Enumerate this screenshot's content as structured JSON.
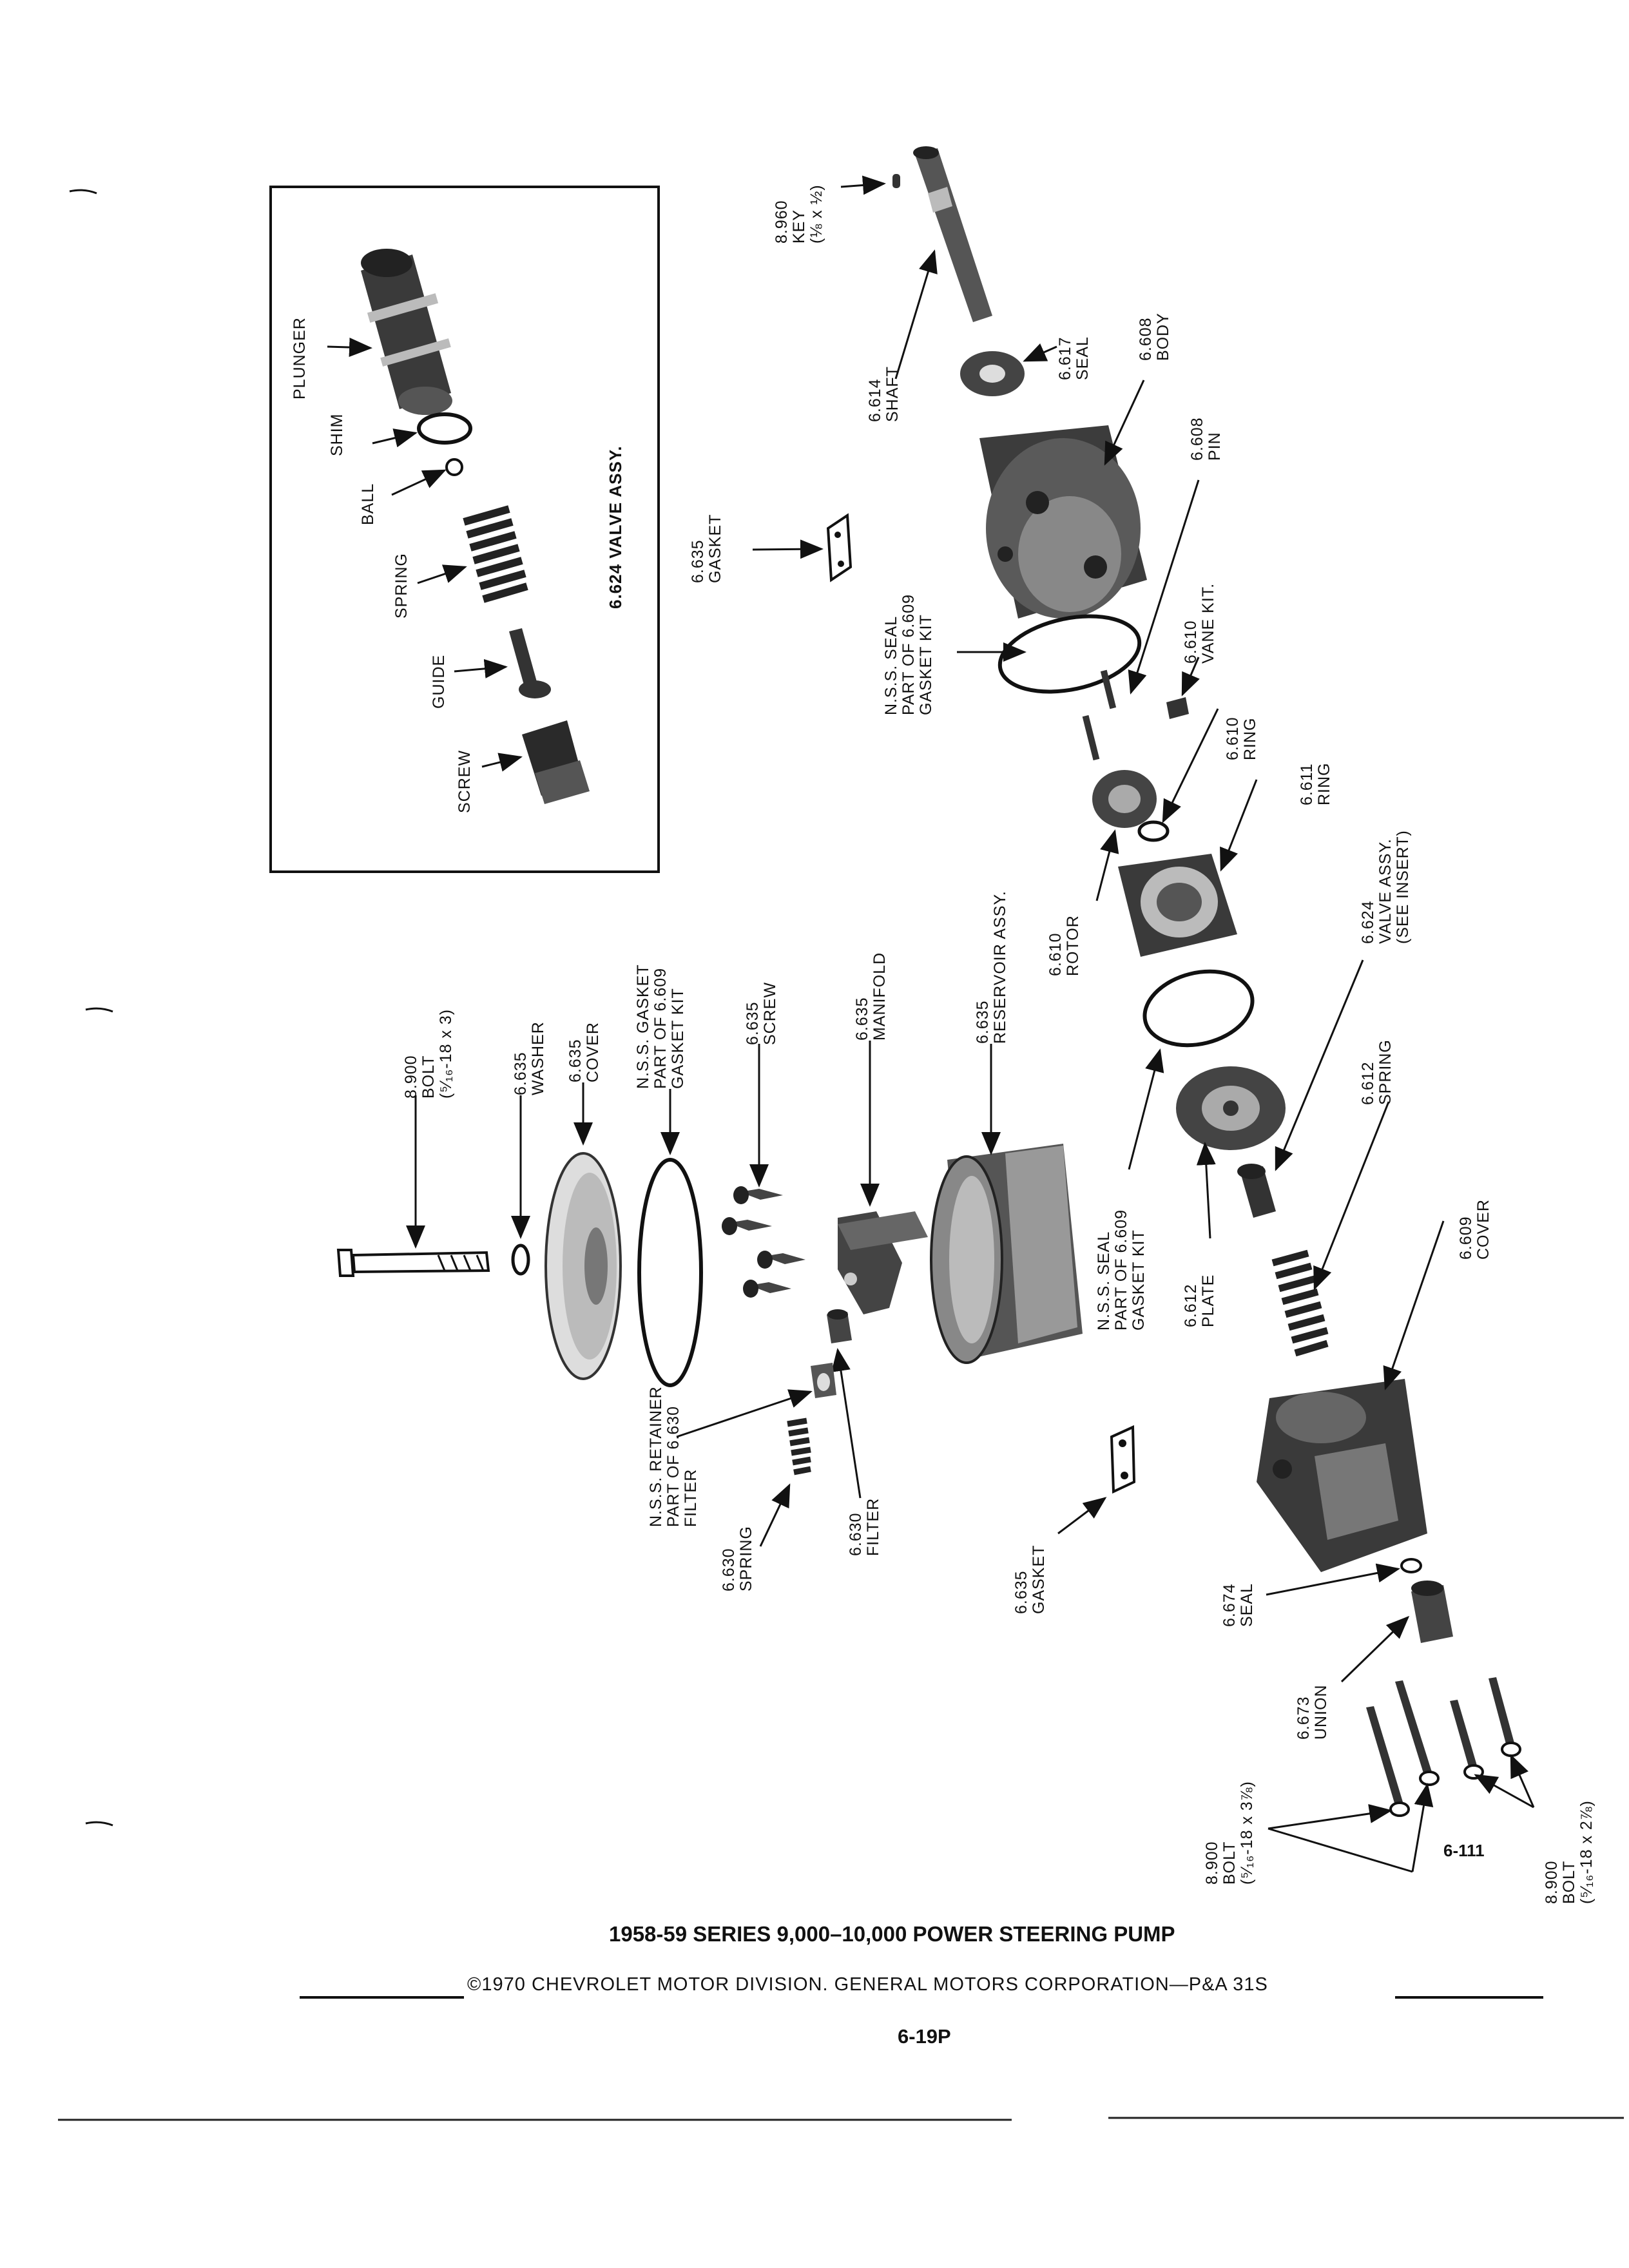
{
  "title": "1958-59 SERIES 9,000–10,000 POWER STEERING PUMP",
  "copyright": "©1970 CHEVROLET MOTOR DIVISION. GENERAL MOTORS CORPORATION—P&A 31S",
  "page_number": "6-19P",
  "figure_number": "6-111",
  "inset": {
    "title": "6.624 VALVE ASSY.",
    "parts": [
      "PLUNGER",
      "SHIM",
      "BALL",
      "SPRING",
      "GUIDE",
      "SCREW"
    ]
  },
  "callouts": {
    "key": [
      "8.960",
      "KEY",
      "(⅛ x ½)"
    ],
    "shaft": [
      "6.614",
      "SHAFT"
    ],
    "seal_617": [
      "6.617",
      "SEAL"
    ],
    "body": [
      "6.608",
      "BODY"
    ],
    "pin": [
      "6.608",
      "PIN"
    ],
    "gasket_top": [
      "6.635",
      "GASKET"
    ],
    "nss_seal_top": [
      "N.S.S. SEAL",
      "PART OF 6.609",
      "GASKET KIT"
    ],
    "vane_kit": [
      "6.610",
      "VANE KIT."
    ],
    "ring_610": [
      "6.610",
      "RING"
    ],
    "ring_611": [
      "6.611",
      "RING"
    ],
    "rotor": [
      "6.610",
      "ROTOR"
    ],
    "valve_assy": [
      "6.624",
      "VALVE ASSY.",
      "(SEE INSERT)"
    ],
    "bolt_left": [
      "8.900",
      "BOLT",
      "(⁵⁄₁₆-18 x 3)"
    ],
    "washer": [
      "6.635",
      "WASHER"
    ],
    "cover_635": [
      "6.635",
      "COVER"
    ],
    "nss_gasket": [
      "N.S.S. GASKET",
      "PART OF 6.609",
      "GASKET KIT"
    ],
    "screw_635": [
      "6.635",
      "SCREW"
    ],
    "manifold": [
      "6.635",
      "MANIFOLD"
    ],
    "reservoir": [
      "6.635",
      "RESERVOIR ASSY."
    ],
    "nss_seal_mid": [
      "N.S.S. SEAL",
      "PART OF 6.609",
      "GASKET KIT"
    ],
    "plate": [
      "6.612",
      "PLATE"
    ],
    "spring_612": [
      "6.612",
      "SPRING"
    ],
    "cover_609": [
      "6.609",
      "COVER"
    ],
    "nss_retainer": [
      "N.S.S. RETAINER",
      "PART OF 6.630",
      "FILTER"
    ],
    "spring_630": [
      "6.630",
      "SPRING"
    ],
    "filter": [
      "6.630",
      "FILTER"
    ],
    "gasket_bottom": [
      "6.635",
      "GASKET"
    ],
    "seal_674": [
      "6.674",
      "SEAL"
    ],
    "union": [
      "6.673",
      "UNION"
    ],
    "bolt_long": [
      "8.900",
      "BOLT",
      "(⁵⁄₁₆-18 x 3⅞)"
    ],
    "bolt_short": [
      "8.900",
      "BOLT",
      "(⁵⁄₁₆-18 x 2⅞)"
    ]
  }
}
